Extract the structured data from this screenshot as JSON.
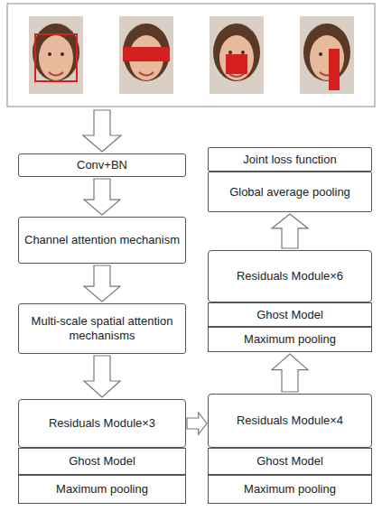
{
  "diagram": {
    "nodes": [
      {
        "text": [
          "Conv+BN"
        ]
      },
      {
        "text": [
          "Channel attention mechanism"
        ]
      },
      {
        "text": [
          "Multi-scale spatial attention mechanisms"
        ]
      },
      {
        "text": [
          "Residuals Module×3"
        ]
      },
      {
        "text": [
          "Ghost Model"
        ]
      },
      {
        "text": [
          "Maximum pooling"
        ]
      },
      {
        "text": [
          "Joint loss function"
        ]
      },
      {
        "text": [
          "Global average pooling"
        ]
      },
      {
        "text": [
          "Residuals Module×6"
        ]
      },
      {
        "text": [
          "Ghost Model"
        ]
      },
      {
        "text": [
          "Maximum pooling"
        ]
      },
      {
        "text": [
          "Residuals Module×4"
        ]
      },
      {
        "text": [
          "Ghost Model"
        ]
      },
      {
        "text": [
          "Maximum pooling"
        ]
      }
    ],
    "edges": [
      {
        "from": 0,
        "to": 1,
        "arrow": "to"
      },
      {
        "from": 1,
        "to": 2,
        "arrow": "to"
      },
      {
        "from": 2,
        "to": 3,
        "arrow": "to"
      },
      {
        "from": 3,
        "to": 11,
        "arrow": "to"
      },
      {
        "from": 11,
        "to": 10,
        "arrow": "to"
      },
      {
        "from": 8,
        "to": 7,
        "arrow": "to"
      }
    ]
  }
}
